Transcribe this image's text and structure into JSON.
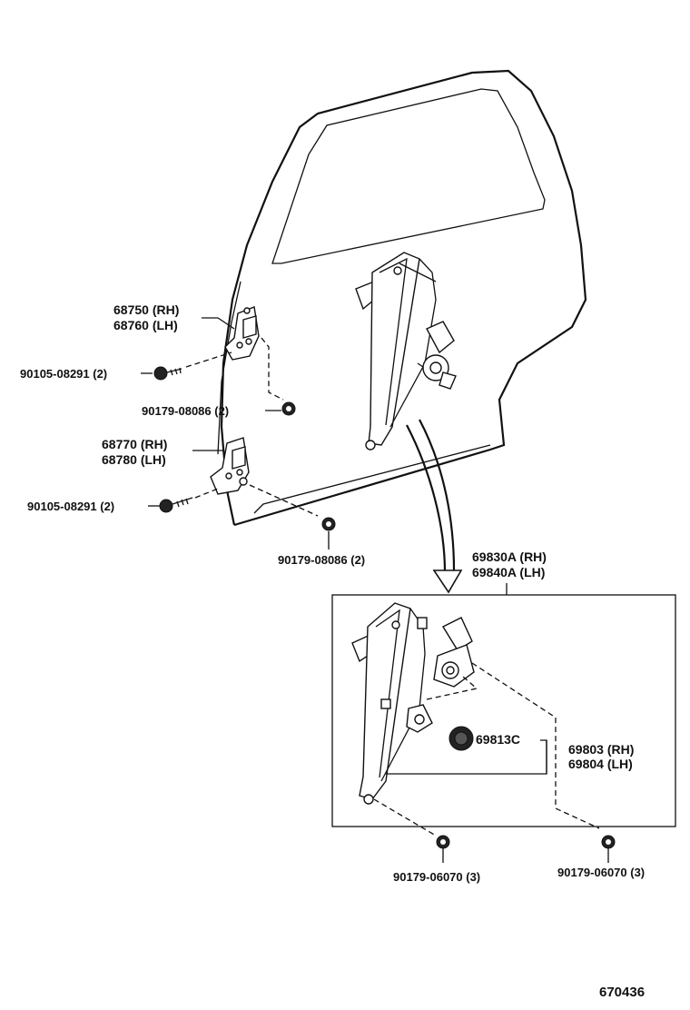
{
  "labels": {
    "hinge_upper_rh": "68750 (RH)",
    "hinge_upper_lh": "68760 (LH)",
    "bolt_upper": "90105-08291 (2)",
    "nut_upper": "90179-08086 (2)",
    "hinge_lower_rh": "68770 (RH)",
    "hinge_lower_lh": "68780 (LH)",
    "bolt_lower": "90105-08291 (2)",
    "nut_lower": "90179-08086 (2)",
    "regulator_assy_rh": "69830A (RH)",
    "regulator_assy_lh": "69840A (LH)",
    "damper": "69813C",
    "regulator_rh": "69803 (RH)",
    "regulator_lh": "69804 (LH)",
    "nut_left": "90179-06070 (3)",
    "nut_right": "90179-06070 (3)",
    "figure_number": "670436"
  }
}
